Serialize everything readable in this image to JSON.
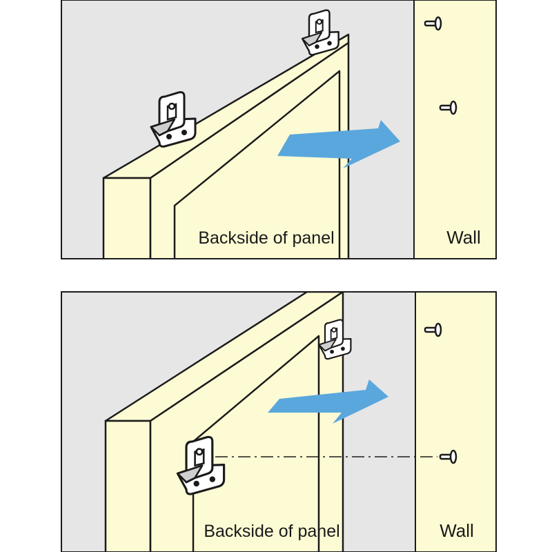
{
  "colors": {
    "background": "#e6e6e6",
    "panel": "#fdfbd4",
    "wall": "#fdfbd4",
    "arrow": "#5aa7dd",
    "outline": "#1a1a1a",
    "bracket": "#ffffff"
  },
  "top_panel": {
    "panel_label": "Backside of panel",
    "wall_label": "Wall",
    "icons": [
      "bracket-icon",
      "bracket-icon",
      "arrow-right-icon",
      "screw-icon",
      "screw-icon"
    ]
  },
  "bottom_panel": {
    "panel_label": "Backside of panel",
    "wall_label": "Wall",
    "icons": [
      "bracket-icon",
      "bracket-icon",
      "arrow-right-icon",
      "screw-icon",
      "screw-icon",
      "alignment-line"
    ]
  }
}
